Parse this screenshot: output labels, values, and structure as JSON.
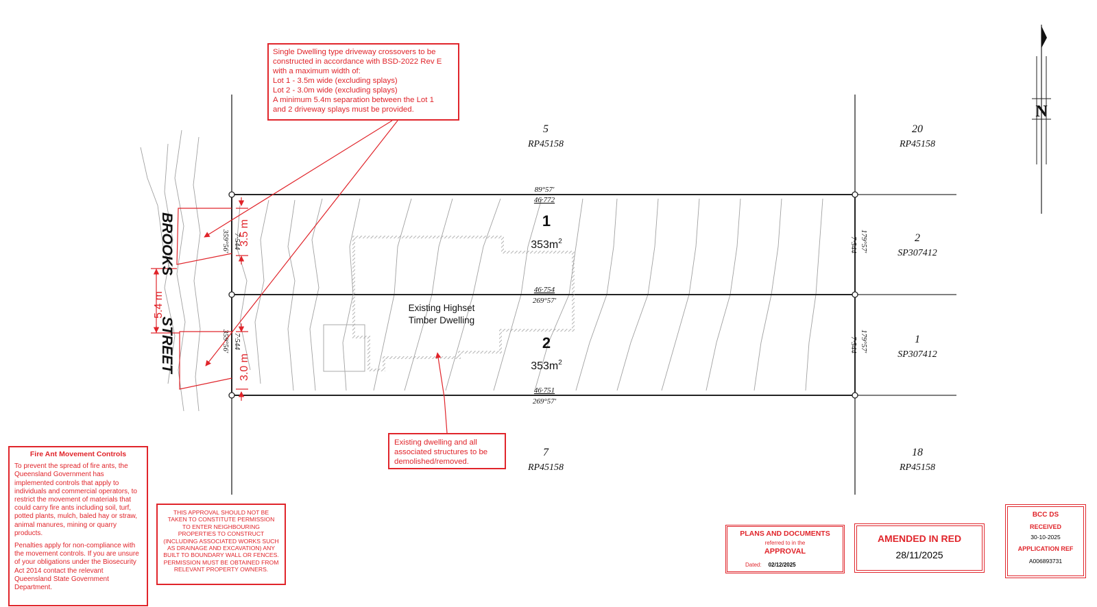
{
  "street": {
    "word1": "BROOKS",
    "word2": "STREET"
  },
  "north_label": "N",
  "colors": {
    "annotation_red": "#e0242a",
    "line": "#333333",
    "contour": "#9a9a9a"
  },
  "lots": [
    {
      "number": "1",
      "area": "353m",
      "area_sup": "2"
    },
    {
      "number": "2",
      "area": "353m",
      "area_sup": "2"
    }
  ],
  "neighbours": [
    {
      "lot": "5",
      "plan": "RP45158"
    },
    {
      "lot": "20",
      "plan": "RP45158"
    },
    {
      "lot": "2",
      "plan": "SP307412"
    },
    {
      "lot": "1",
      "plan": "SP307412"
    },
    {
      "lot": "7",
      "plan": "RP45158"
    },
    {
      "lot": "18",
      "plan": "RP45158"
    }
  ],
  "boundaries": {
    "top_bearing": "89°57′",
    "top_length": "46·772",
    "mid_length": "46·754",
    "mid_bearing": "269°57′",
    "bottom_length": "46·751",
    "bottom_bearing": "269°57′",
    "left_upper_bearing": "359°56′",
    "left_upper_length": "7·544",
    "left_lower_bearing": "359°56′",
    "left_lower_length": "7·544",
    "right_upper_bearing": "179°57′",
    "right_upper_length": "7·544",
    "right_lower_bearing": "179°57′",
    "right_lower_length": "7·544"
  },
  "dimensions": {
    "lot1_driveway": "3.5 m",
    "lot2_driveway": "3.0 m",
    "separation": "5.4 m"
  },
  "existing_dwelling_label": [
    "Existing Highset",
    "Timber Dwelling"
  ],
  "notes": {
    "driveway": [
      "Single Dwelling type driveway crossovers to be",
      "constructed in accordance with BSD-2022 Rev E",
      "with a maximum width of:",
      "Lot 1 - 3.5m wide (excluding splays)",
      "Lot 2 - 3.0m wide (excluding splays)",
      "A minimum 5.4m separation between the Lot 1",
      "and 2 driveway splays must be provided."
    ],
    "demolish": "Existing dwelling and all associated structures to be demolished/removed.",
    "fire_ant_title": "Fire Ant Movement Controls",
    "fire_ant_p1": "To prevent the spread of fire ants, the Queensland Government has implemented controls that apply to individuals and commercial operators, to restrict the movement of materials that could carry fire ants including soil, turf, potted plants, mulch, baled hay or straw, animal manures, mining or quarry products.",
    "fire_ant_p2": "Penalties apply for non-compliance with the movement controls. If you are unsure of your obligations under the Biosecurity Act 2014 contact the relevant Queensland State Government Department.",
    "approval_warning": "THIS APPROVAL SHOULD NOT BE TAKEN TO CONSTITUTE PERMISSION TO ENTER NEIGHBOURING PROPERTIES TO CONSTRUCT (INCLUDING ASSOCIATED WORKS SUCH AS DRAINAGE AND EXCAVATION) ANY BUILT TO BOUNDARY WALL OR FENCES. PERMISSION MUST BE OBTAINED FROM RELEVANT PROPERTY OWNERS."
  },
  "stamps": {
    "plans": {
      "title": "PLANS AND DOCUMENTS",
      "sub": "referred to in the",
      "approval": "APPROVAL",
      "dated_label": "Dated:",
      "dated": "02/12/2025"
    },
    "amended": {
      "title": "AMENDED IN RED",
      "date": "28/11/2025"
    },
    "bcc": {
      "title": "BCC DS",
      "received": "RECEIVED",
      "received_date": "30-10-2025",
      "ref_label": "APPLICATION REF",
      "ref": "A006893731"
    }
  }
}
